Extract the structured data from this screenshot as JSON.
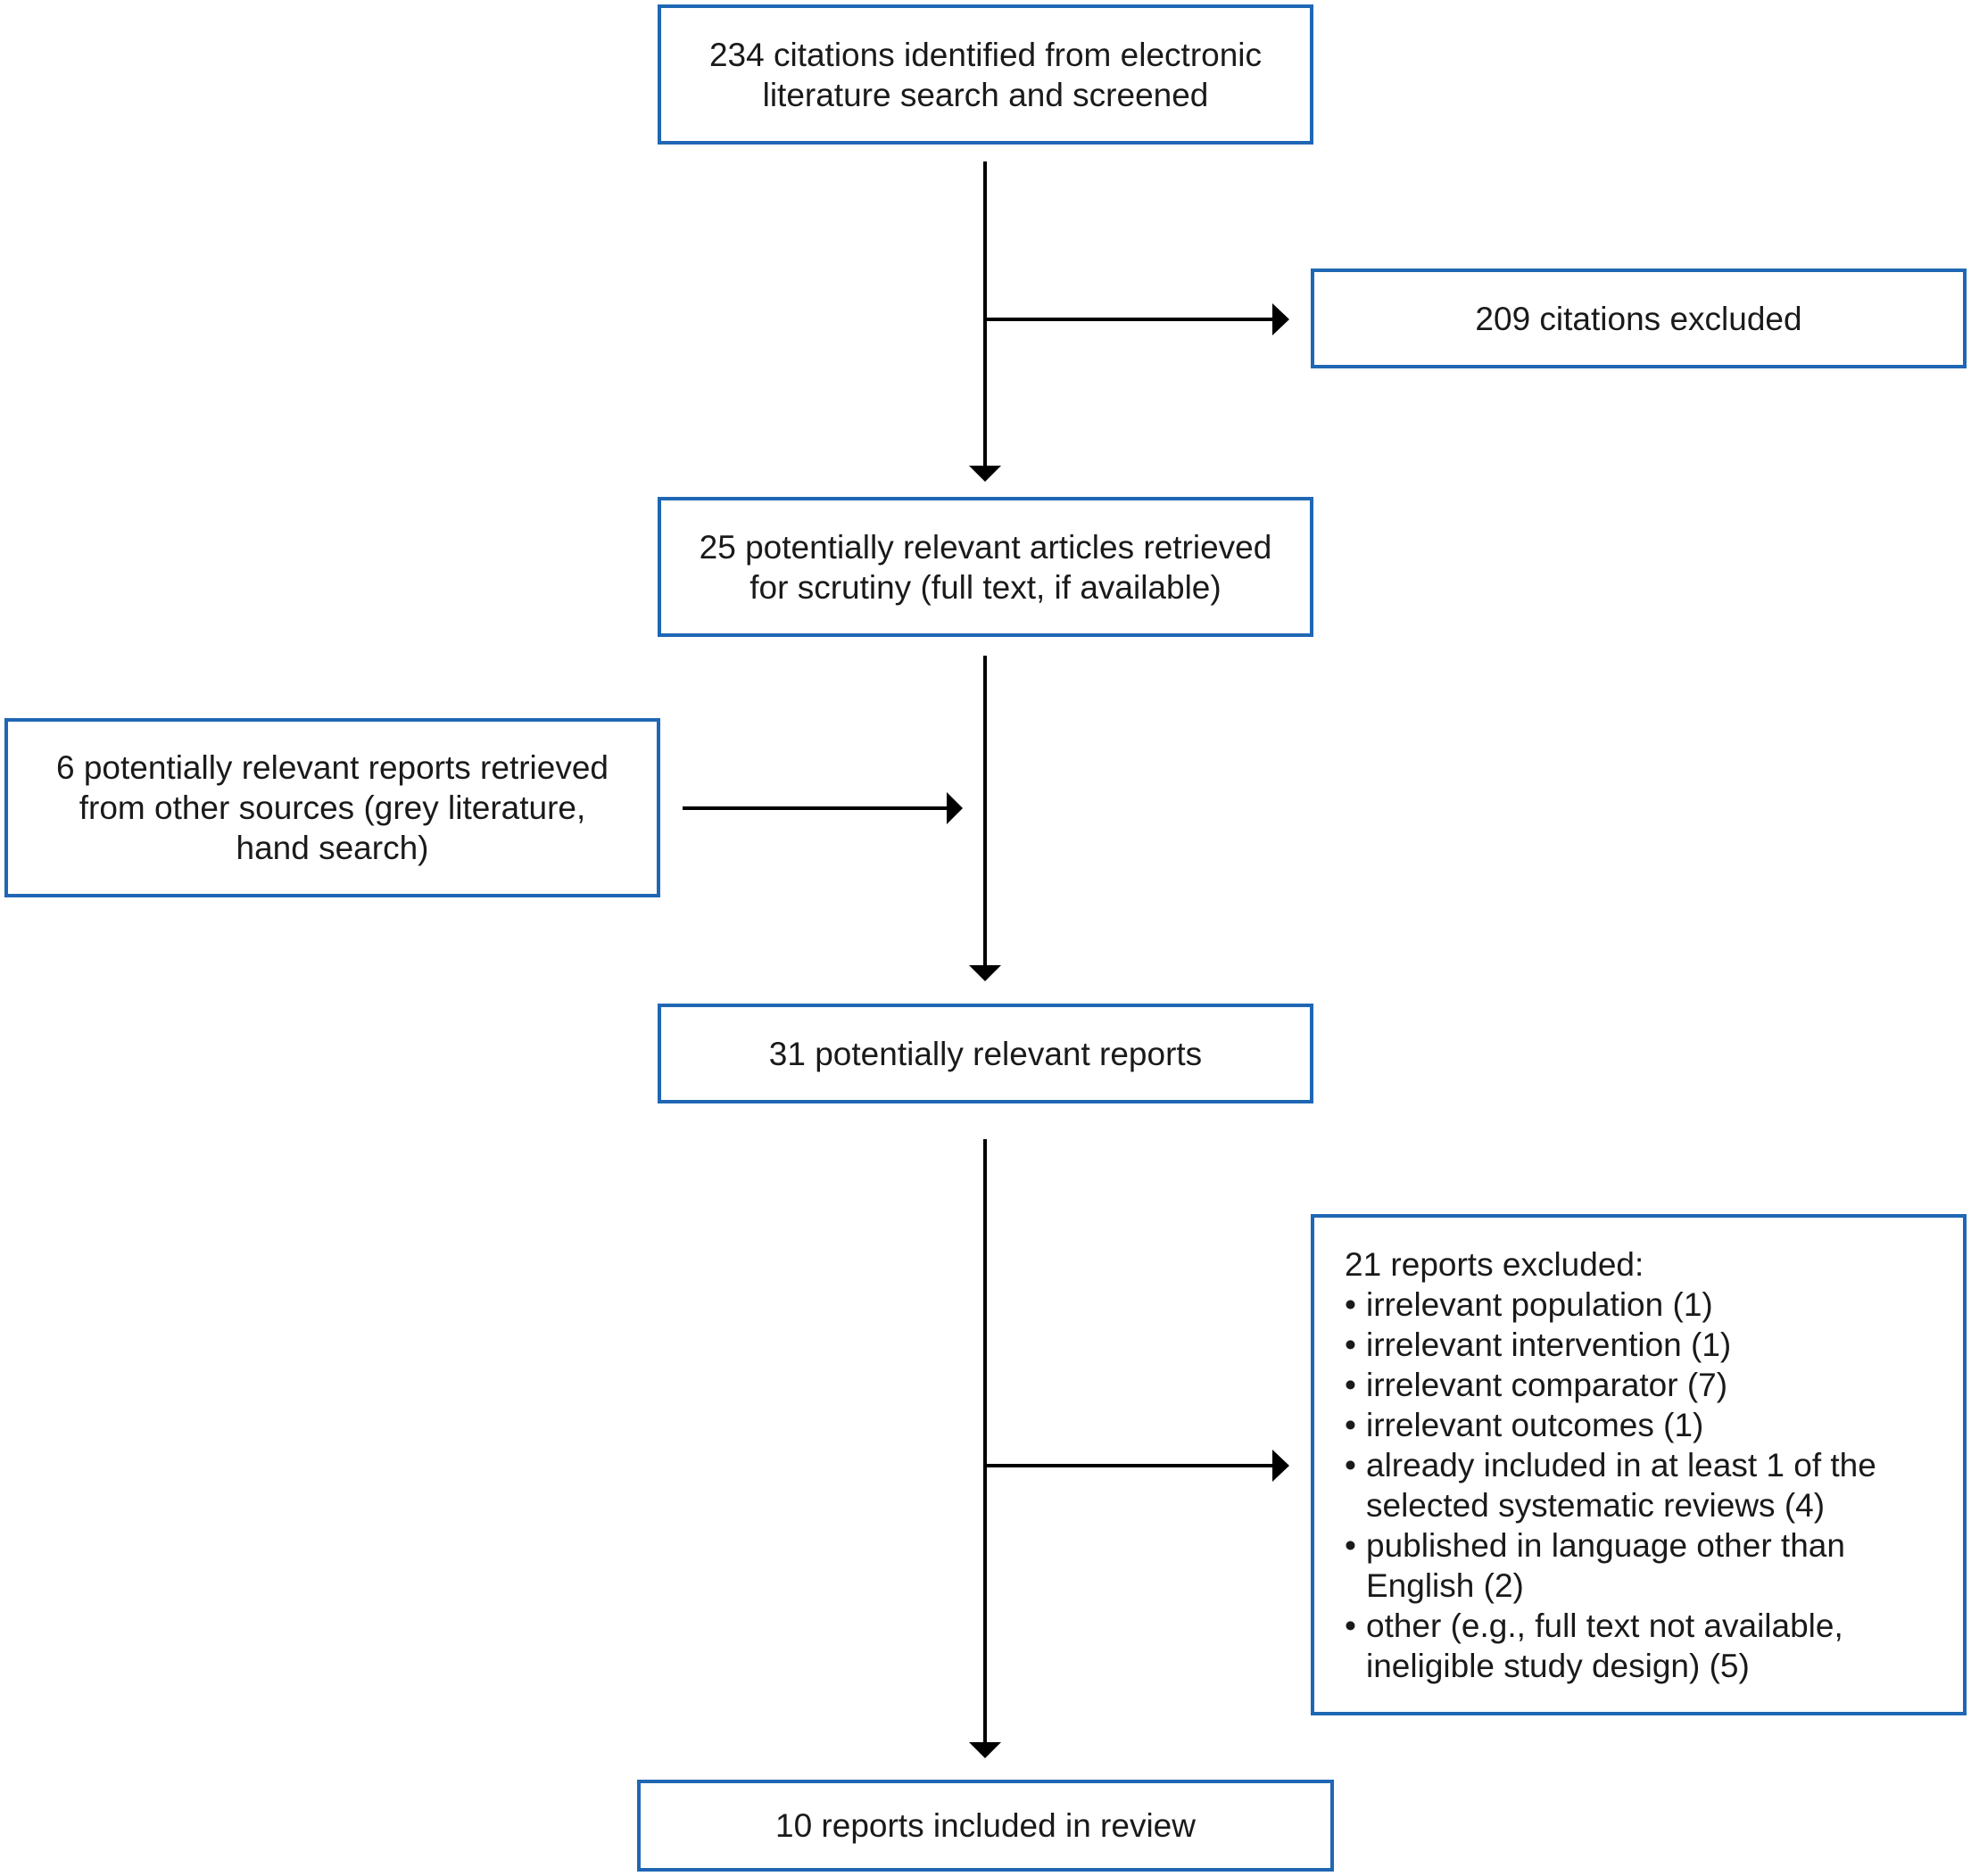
{
  "flow": {
    "identified": "234 citations identified from electronic\nliterature search and screened",
    "excluded_citations": "209 citations excluded",
    "retrieved": "25 potentially relevant articles retrieved\nfor scrutiny (full text, if available)",
    "other_sources": "6 potentially relevant reports retrieved\nfrom other sources (grey literature,\nhand search)",
    "potentially_relevant": "31 potentially relevant reports",
    "included": "10 reports included in review"
  },
  "exclusions": {
    "heading": "21 reports excluded:",
    "bullet_glyph": "•",
    "items": [
      "irrelevant population (1)",
      "irrelevant intervention (1)",
      "irrelevant comparator (7)",
      "irrelevant outcomes (1)",
      "already included in at least 1 of the selected systematic reviews (4)",
      "published in language other than English (2)",
      "other (e.g., full text not available, ineligible study design) (5)"
    ]
  },
  "colors": {
    "box_border": "#1f67b4",
    "arrow": "#000000",
    "text": "#1a1a1a"
  }
}
